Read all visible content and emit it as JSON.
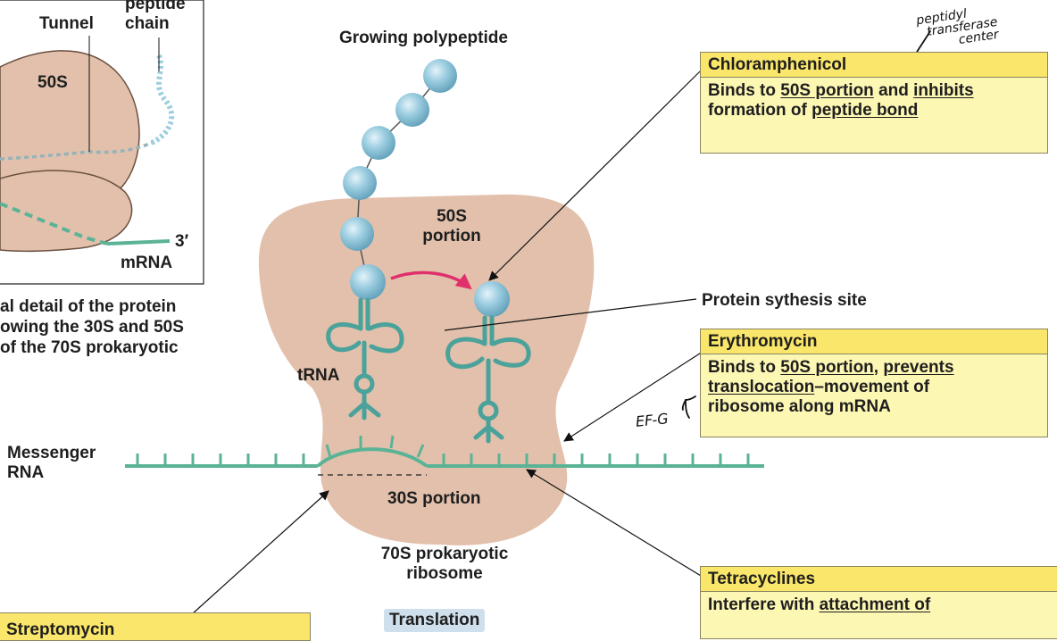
{
  "inset": {
    "tunnel_label": "Tunnel",
    "peptide_label_line1": "peptide",
    "peptide_label_line2": "chain",
    "subunit_label": "50S",
    "three_prime_label": "3′",
    "mrna_label": "mRNA",
    "caption_lines": [
      "al detail of the protein",
      "owing the 30S and 50S",
      "of the 70S prokaryotic"
    ]
  },
  "main": {
    "growing_polypeptide_label": "Growing polypeptide",
    "portion_50s_line1": "50S",
    "portion_50s_line2": "portion",
    "trna_label": "tRNA",
    "messenger_label_line1": "Messenger",
    "messenger_label_line2": "RNA",
    "portion_30s_label": "30S portion",
    "ribosome_label_line1": "70S prokaryotic",
    "ribosome_label_line2": "ribosome",
    "protein_site_label": "Protein sythesis site",
    "translation_label": "Translation"
  },
  "boxes": {
    "chloramphenicol": {
      "title": "Chloramphenicol",
      "line1_a": "Binds to ",
      "line1_u1": "50S portion",
      "line1_b": " and ",
      "line1_u2": "inhibits",
      "line2_a": "formation of ",
      "line2_u": "peptide bond"
    },
    "erythromycin": {
      "title": "Erythromycin",
      "line1_a": "Binds to ",
      "line1_u1": "50S portion",
      "line1_b": ", ",
      "line1_u2": "prevents",
      "line2_u": "translocation",
      "line2_b": "–movement of",
      "line3": "ribosome along mRNA"
    },
    "tetracyclines": {
      "title": "Tetracyclines",
      "line1_a": "Interfere with ",
      "line1_u": "attachment of"
    },
    "streptomycin": {
      "title_partial": "Streptomycin"
    }
  },
  "handwriting": {
    "note_line1": "peptidyl",
    "note_line2": "transferase",
    "note_line3": "center",
    "ef_label": "EF-G"
  },
  "colors": {
    "ribosome": "#e2c0ac",
    "bead": "#9ccde0",
    "trna": "#4ba29a",
    "mrna": "#5bb396",
    "arrow_pink": "#e0306c",
    "box_fill": "#fdf7b4",
    "box_header": "#fae66a"
  }
}
